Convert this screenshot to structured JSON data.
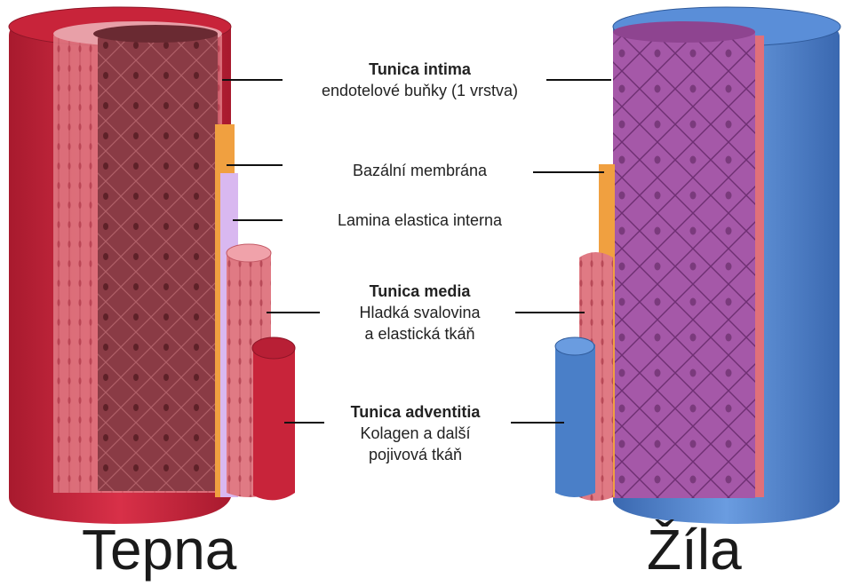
{
  "labels": {
    "intima": {
      "title": "Tunica intima",
      "sub": "endotelové buňky (1 vrstva)"
    },
    "basal": {
      "text": "Bazální membrána"
    },
    "lamina": {
      "text": "Lamina elastica interna"
    },
    "media": {
      "title": "Tunica media",
      "line1": "Hladká svalovina",
      "line2": "a elastická tkáň"
    },
    "adventitia": {
      "title_bold": "Tunica",
      "title_rest": "adventitia",
      "line1": "Kolagen a další",
      "line2": "pojivová tkáň"
    }
  },
  "captions": {
    "artery": "Tepna",
    "vein": "Žíla"
  },
  "colors": {
    "artery_outer": "#c8243a",
    "artery_inner": "#8a3b45",
    "artery_media": "#e07a84",
    "basal": "#f0a040",
    "lamina": "#d9b8f0",
    "vein_outer": "#4a7fc8",
    "vein_inner": "#a558a8",
    "vein_media": "#e0707a"
  }
}
